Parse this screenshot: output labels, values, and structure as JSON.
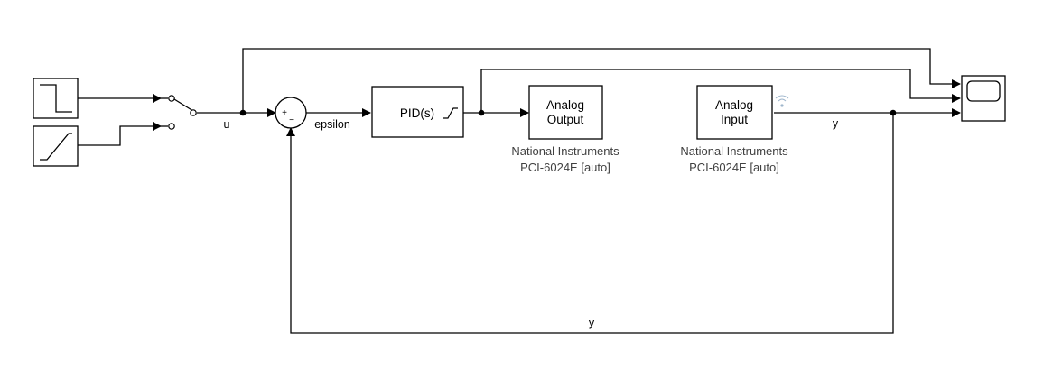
{
  "blocks": {
    "step_source": {
      "icon": "step-icon"
    },
    "ramp_source": {
      "icon": "ramp-icon"
    },
    "manual_switch": {
      "icon": "switch-icon"
    },
    "sum": {
      "plus": "+",
      "minus": "−"
    },
    "pid": {
      "label": "PID(s)",
      "icon": "saturation-icon"
    },
    "analog_output": {
      "line1": "Analog",
      "line2": "Output",
      "device_line1": "National Instruments",
      "device_line2": "PCI-6024E [auto]"
    },
    "analog_input": {
      "line1": "Analog",
      "line2": "Input",
      "device_line1": "National Instruments",
      "device_line2": "PCI-6024E [auto]",
      "badge": "wireless-icon"
    },
    "scope": {
      "icon": "scope-icon"
    }
  },
  "signals": {
    "u": "u",
    "epsilon": "epsilon",
    "y_top": "y",
    "y_feedback": "y"
  },
  "colors": {
    "wire": "#000000",
    "block_fill": "#ffffff",
    "caption": "#404040",
    "badge": "#9fb6cc"
  }
}
